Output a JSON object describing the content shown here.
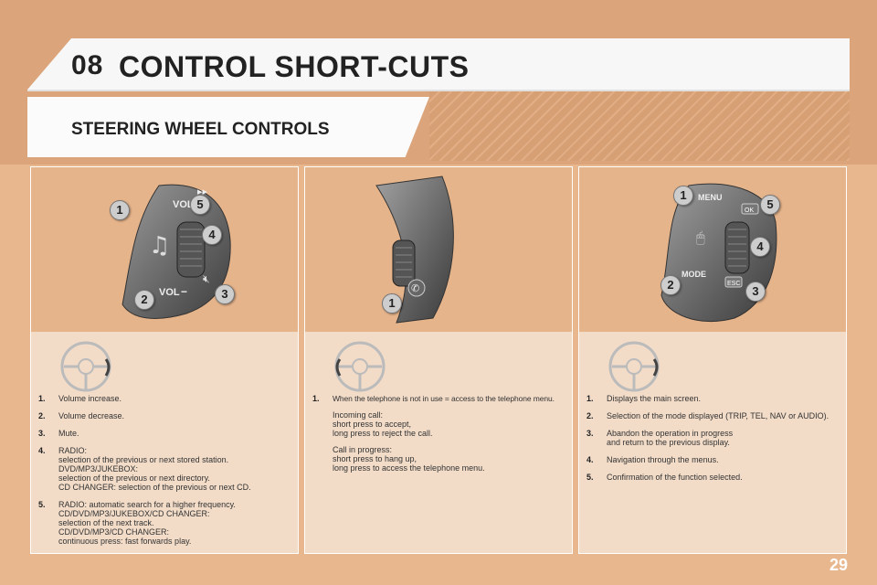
{
  "chapter": {
    "number": "08",
    "title": "CONTROL SHORT-CUTS"
  },
  "section_title": "STEERING WHEEL CONTROLS",
  "panels": [
    {
      "control_labels": {
        "vol_up": "VOL",
        "vol_down": "VOL"
      },
      "callouts": [
        "1",
        "2",
        "3",
        "4",
        "5"
      ],
      "items": [
        {
          "n": "1.",
          "text": "Volume increase."
        },
        {
          "n": "2.",
          "text": "Volume decrease."
        },
        {
          "n": "3.",
          "text": "Mute."
        },
        {
          "n": "4.",
          "text": "RADIO:\nselection of the previous or next stored station.\nDVD/MP3/JUKEBOX:\nselection of the previous or next directory.\nCD CHANGER: selection of the previous or next CD."
        },
        {
          "n": "5.",
          "text": "RADIO: automatic search for a higher frequency.\nCD/DVD/MP3/JUKEBOX/CD CHANGER:\nselection of the next track.\nCD/DVD/MP3/CD CHANGER:\ncontinuous press: fast forwards play."
        }
      ]
    },
    {
      "callouts": [
        "1"
      ],
      "items": [
        {
          "n": "1.",
          "text": "When the telephone is not in use = access to the telephone menu.",
          "extra1": "Incoming call:\nshort press to accept,\nlong press to reject the call.",
          "extra2": "Call in progress:\nshort press to hang up,\nlong press to access the telephone menu."
        }
      ]
    },
    {
      "control_labels": {
        "menu": "MENU",
        "mode": "MODE",
        "ok": "OK",
        "esc": "ESC"
      },
      "callouts": [
        "1",
        "2",
        "3",
        "4",
        "5"
      ],
      "items": [
        {
          "n": "1.",
          "text": "Displays the main screen."
        },
        {
          "n": "2.",
          "text": "Selection of the mode displayed (TRIP, TEL, NAV or AUDIO)."
        },
        {
          "n": "3.",
          "text": "Abandon the operation in progress\nand return to the previous display."
        },
        {
          "n": "4.",
          "text": "Navigation through the menus."
        },
        {
          "n": "5.",
          "text": "Confirmation of the function selected."
        }
      ]
    }
  ],
  "page_number": "29"
}
